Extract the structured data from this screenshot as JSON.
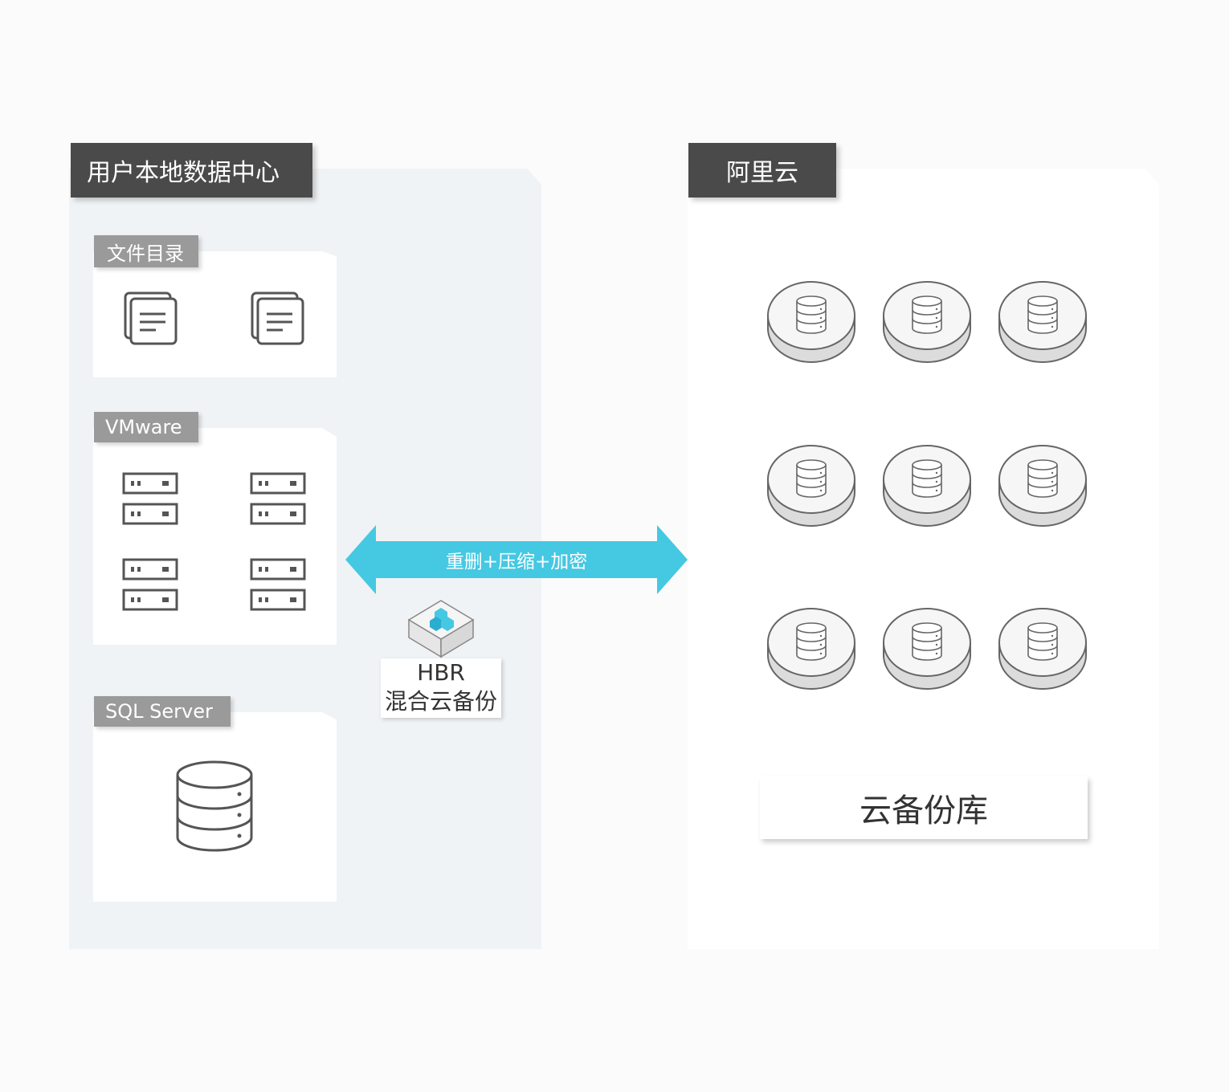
{
  "left_panel": {
    "title": "用户本地数据中心",
    "sections": [
      {
        "label": "文件目录"
      },
      {
        "label": "VMware"
      },
      {
        "label": "SQL Server"
      }
    ]
  },
  "right_panel": {
    "title": "阿里云",
    "vault_label": "云备份库"
  },
  "connector": {
    "label": "重删+压缩+加密",
    "color": "#45c8e2"
  },
  "hbr": {
    "title": "HBR",
    "subtitle": "混合云备份"
  }
}
